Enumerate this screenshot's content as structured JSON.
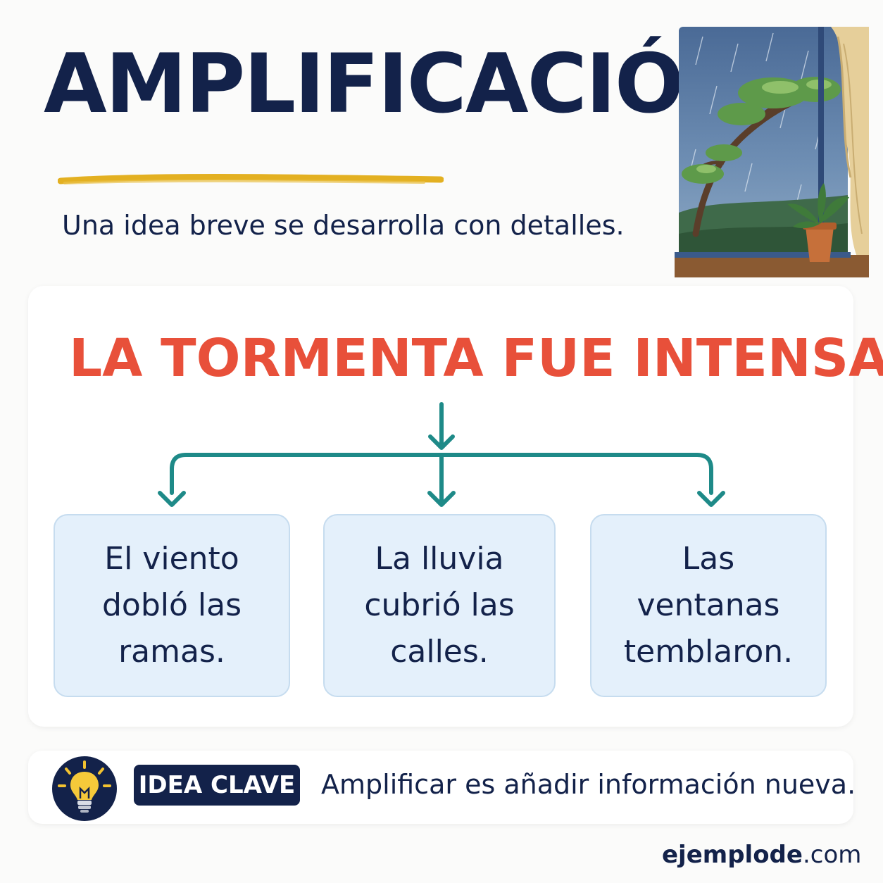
{
  "header": {
    "title": "AMPLIFICACIÓN",
    "subtitle": "Una idea breve se desarrolla con detalles."
  },
  "illustration": {
    "icon": "storm-window-illustration"
  },
  "diagram": {
    "main_sentence": "LA TORMENTA FUE INTENSA.",
    "details": [
      "El viento dobló las ramas.",
      "La lluvia cubrió las calles.",
      "Las ventanas temblaron."
    ]
  },
  "key_idea": {
    "icon": "lightbulb-icon",
    "badge": "IDEA CLAVE",
    "text": "Amplificar es añadir información nueva."
  },
  "footer": {
    "brand": "ejemplode",
    "domain": ".com"
  },
  "colors": {
    "navy": "#13224a",
    "red": "#e8503a",
    "teal": "#1e8a88",
    "gold": "#e3b021",
    "box_fill": "#e4f0fb"
  }
}
